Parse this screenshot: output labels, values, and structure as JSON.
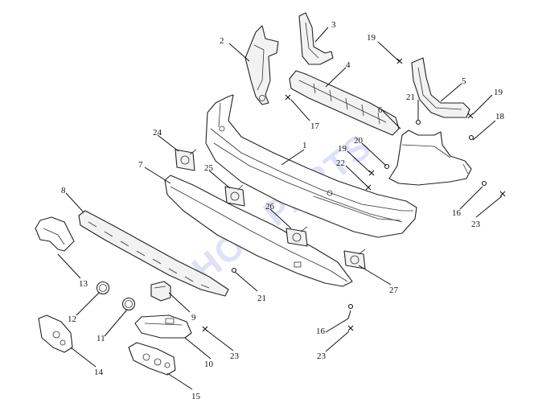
{
  "watermark": "HOT PARTS",
  "callouts": {
    "c1": "1",
    "c2": "2",
    "c3": "3",
    "c4": "4",
    "c5": "5",
    "c6": "6",
    "c7": "7",
    "c8": "8",
    "c9": "9",
    "c10": "10",
    "c11": "11",
    "c12": "12",
    "c13": "13",
    "c14": "14",
    "c15": "15",
    "c16a": "16",
    "c16b": "16",
    "c17": "17",
    "c18": "18",
    "c19a": "19",
    "c19b": "19",
    "c19c": "19",
    "c20": "20",
    "c21a": "21",
    "c21b": "21",
    "c22": "22",
    "c23a": "23",
    "c23b": "23",
    "c23c": "23",
    "c24": "24",
    "c25": "25",
    "c26": "26",
    "c27": "27"
  }
}
